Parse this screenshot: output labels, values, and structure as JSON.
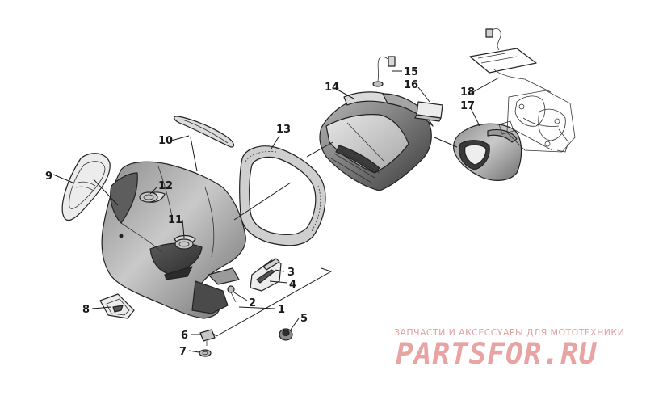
{
  "callouts": [
    {
      "id": "1",
      "label": "1"
    },
    {
      "id": "2",
      "label": "2"
    },
    {
      "id": "3",
      "label": "3"
    },
    {
      "id": "4",
      "label": "4"
    },
    {
      "id": "5",
      "label": "5"
    },
    {
      "id": "6",
      "label": "6"
    },
    {
      "id": "7",
      "label": "7"
    },
    {
      "id": "8",
      "label": "8"
    },
    {
      "id": "9",
      "label": "9"
    },
    {
      "id": "10",
      "label": "10"
    },
    {
      "id": "11",
      "label": "11"
    },
    {
      "id": "12",
      "label": "12"
    },
    {
      "id": "13",
      "label": "13"
    },
    {
      "id": "14",
      "label": "14"
    },
    {
      "id": "15",
      "label": "15"
    },
    {
      "id": "16",
      "label": "16"
    },
    {
      "id": "17",
      "label": "17"
    },
    {
      "id": "18",
      "label": "18"
    }
  ],
  "watermark": {
    "tagline": "ЗАПЧАСТИ И АКСЕССУАРЫ ДЛЯ МОТОТЕХНИКИ",
    "logo": "PARTSFOR.RU",
    "color": "#e8a3a3"
  }
}
